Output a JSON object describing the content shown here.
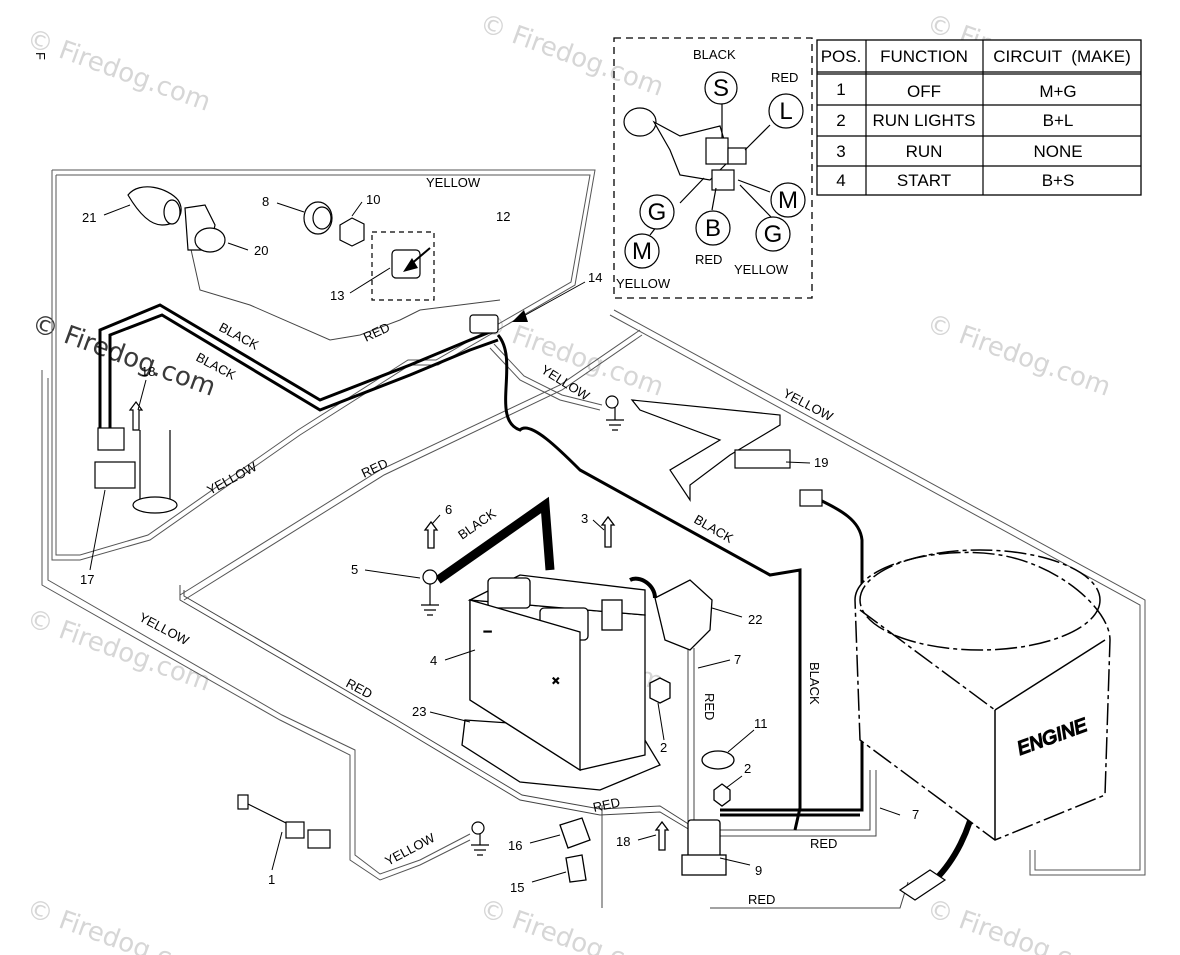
{
  "corner_mark": "F",
  "watermark": {
    "text": "© Firedog.com",
    "text_top": "© Firedog.com"
  },
  "wire_labels": {
    "yellow": "YELLOW",
    "black": "BLACK",
    "red": "RED"
  },
  "part_numbers": [
    "1",
    "2",
    "3",
    "4",
    "5",
    "6",
    "7",
    "8",
    "9",
    "10",
    "11",
    "12",
    "13",
    "14",
    "15",
    "16",
    "17",
    "18",
    "19",
    "20",
    "21",
    "22",
    "23"
  ],
  "engine_label": "ENGINE",
  "ignition_switch": {
    "terminals": {
      "S": "S",
      "L": "L",
      "G": "G",
      "B": "B",
      "M": "M"
    },
    "colors": {
      "black": "BLACK",
      "red": "RED",
      "yellow": "YELLOW"
    }
  },
  "switch_table": {
    "headers": [
      "POS.",
      "FUNCTION",
      "CIRCUIT  (MAKE)"
    ],
    "rows": [
      [
        "1",
        "OFF",
        "M+G"
      ],
      [
        "2",
        "RUN LIGHTS",
        "B+L"
      ],
      [
        "3",
        "RUN",
        "NONE"
      ],
      [
        "4",
        "START",
        "B+S"
      ]
    ]
  }
}
